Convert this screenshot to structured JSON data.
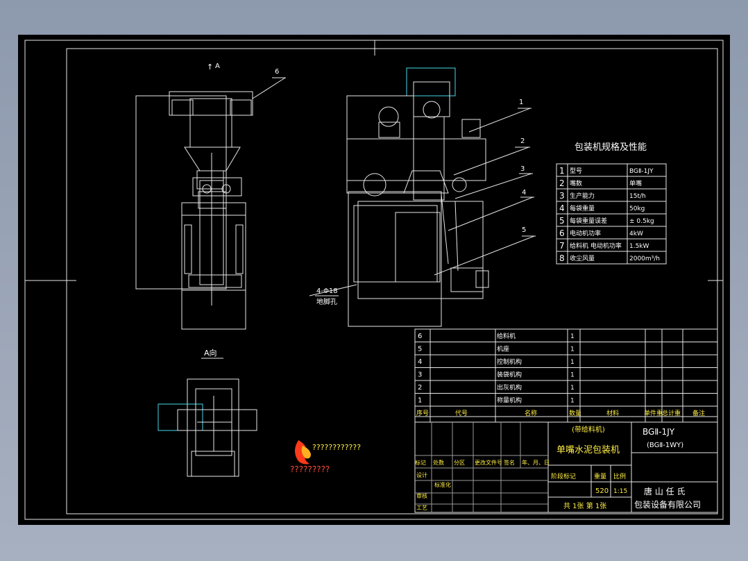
{
  "view_label_a": "A",
  "view_title_a": "A向",
  "spec_title": "包装机规格及性能",
  "spec_rows": [
    {
      "no": "1",
      "name": "型号",
      "value": "BGⅡ-1JY"
    },
    {
      "no": "2",
      "name": "嘴数",
      "value": "单嘴"
    },
    {
      "no": "3",
      "name": "生产能力",
      "value": "15t/h"
    },
    {
      "no": "4",
      "name": "每袋重量",
      "value": "50kg"
    },
    {
      "no": "5",
      "name": "每袋重量误差",
      "value": "± 0.5kg"
    },
    {
      "no": "6",
      "name": "电动机功率",
      "value": "4kW"
    },
    {
      "no": "7",
      "name": "给料机 电动机功率",
      "value": "1.5kW"
    },
    {
      "no": "8",
      "name": "收尘风量",
      "value": "2000m³/h"
    }
  ],
  "callouts": [
    "1",
    "2",
    "3",
    "4",
    "5",
    "6"
  ],
  "anchor_label": [
    "4-Φ18",
    "地脚孔"
  ],
  "bom_rows": [
    {
      "no": "6",
      "name": "给料机",
      "qty": "1"
    },
    {
      "no": "5",
      "name": "机座",
      "qty": "1"
    },
    {
      "no": "4",
      "name": "控制机构",
      "qty": "1"
    },
    {
      "no": "3",
      "name": "装袋机构",
      "qty": "1"
    },
    {
      "no": "2",
      "name": "出灰机构",
      "qty": "1"
    },
    {
      "no": "1",
      "name": "称量机构",
      "qty": "1"
    }
  ],
  "bom_header": {
    "no": "序号",
    "code": "代号",
    "name": "名称",
    "qty": "数量",
    "material": "材料",
    "unit_weight": "单件重",
    "total_weight": "总计重",
    "note": "备注"
  },
  "title_block": {
    "subtitle": "(带给料机)",
    "title": "单嘴水泥包装机",
    "model_main": "BGⅡ-1JY",
    "model_alt": "(BGⅡ-1WY)",
    "stage_mark": "阶段标记",
    "weight_label": "重量",
    "scale_label": "比例",
    "weight_value": "520",
    "scale_value": "1:15",
    "sheets": "共 1张  第 1张",
    "company_line1": "唐 山 任 氏",
    "company_line2": "包装设备有限公司",
    "rows": [
      "标记",
      "设计",
      "审核",
      "工艺"
    ],
    "cols": [
      "处数",
      "分区",
      "更改文件号",
      "签名",
      "年、月、日"
    ],
    "std": "标准化"
  },
  "watermark_text_1": "????????????",
  "watermark_text_2": "?????????",
  "colors": {
    "line": "#e8e8e8",
    "cyan": "#49d8e8",
    "yellow": "#ffee44",
    "red": "#ff4a3a"
  }
}
